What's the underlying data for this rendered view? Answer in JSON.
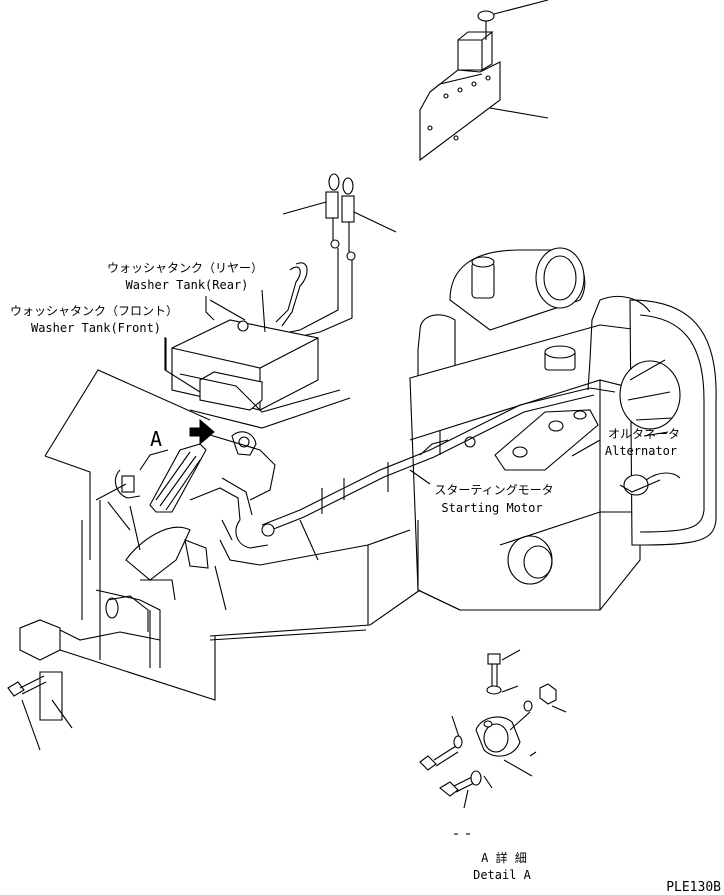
{
  "labels": {
    "washer_rear_jp": "ウォッシャタンク（リヤー）",
    "washer_rear_en": "Washer Tank(Rear)",
    "washer_front_jp": "ウォッシャタンク（フロント）",
    "washer_front_en": "Washer Tank(Front)",
    "alternator_jp": "オルタネータ",
    "alternator_en": "Alternator",
    "starting_motor_jp": "スターティングモータ",
    "starting_motor_en": "Starting Motor",
    "view_marker": "A",
    "detail_jp": "A 詳 細",
    "detail_en": "Detail A",
    "drawing_id": "PLE130B"
  }
}
